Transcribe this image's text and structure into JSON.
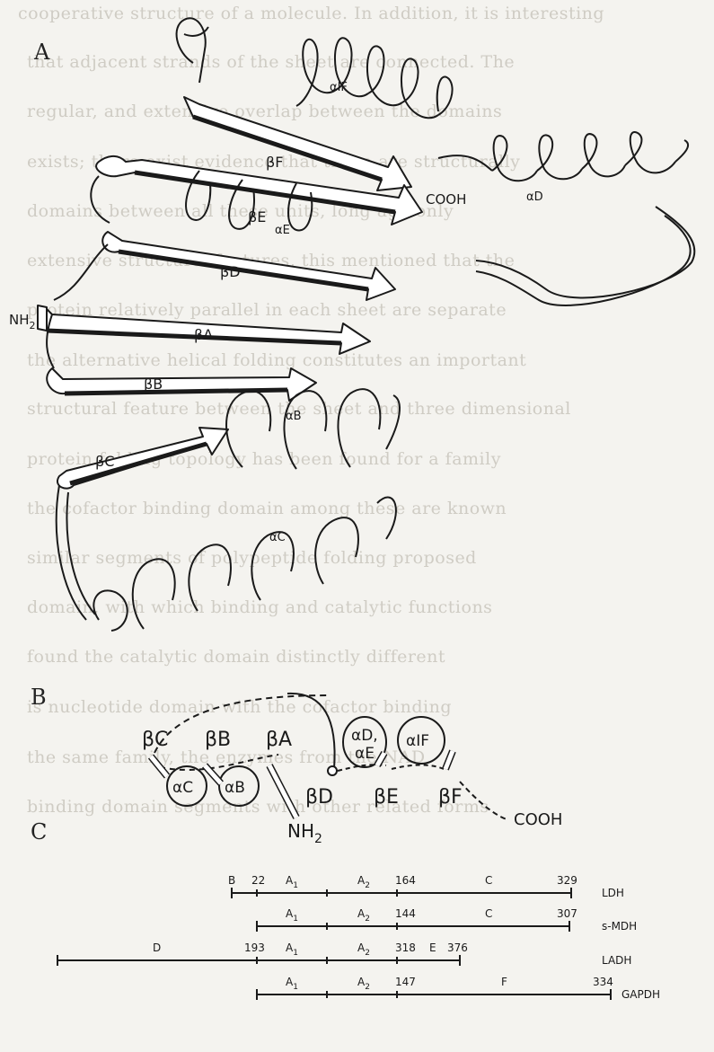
{
  "background_text": [
    "cooperative structure of a molecule. In addition, it is interesting",
    "that adjacent strands of the sheet are connected. The",
    "regular, and extensive overlap between the domains",
    "exists; there exist evidence that these are structurally",
    "domains between all these units, long ago only",
    "extensive structural features, this mentioned that the",
    "protein relatively parallel in each sheet are separate",
    "the alternative helical folding constitutes an important",
    "structural feature between the sheet and three dimensional",
    "protein folding topology has been found for a family",
    "the cofactor binding domain among these are known",
    "similar segments of polypeptide folding proposed",
    "domain, with which binding and catalytic functions",
    "found the catalytic domain distinctly different",
    "is nucleotide domain with the cofactor binding",
    "the same family, the enzymes from the NAD",
    "binding domain segments with other related forms"
  ],
  "panels": {
    "a": "A",
    "b": "B",
    "c": "C"
  },
  "panel_a": {
    "strands": [
      "βF",
      "βE",
      "βD",
      "βA",
      "βB",
      "βC"
    ],
    "helices": [
      "αIF",
      "αD",
      "αE",
      "αB",
      "αC"
    ],
    "nh2": "NH",
    "nh2_sub": "2",
    "cooh": "COOH"
  },
  "panel_b": {
    "top_labels": [
      "βC",
      "βB",
      "βA"
    ],
    "bottom_labels": [
      "βD",
      "βE",
      "βF"
    ],
    "helix_labels": [
      "αC",
      "αB",
      "αD,",
      "αE",
      "αIF"
    ],
    "nh2": "NH",
    "nh2_sub": "2",
    "cooh": "COOH"
  },
  "panel_c": {
    "rows": [
      {
        "name": "LDH",
        "labels": [
          "B",
          "22",
          "A",
          "1",
          "A",
          "2",
          "164",
          "C",
          "329"
        ]
      },
      {
        "name": "s-MDH",
        "labels": [
          "A",
          "1",
          "A",
          "2",
          "144",
          "C",
          "307"
        ]
      },
      {
        "name": "LADH",
        "labels": [
          "D",
          "193",
          "A",
          "1",
          "A",
          "2",
          "318",
          "E",
          "376"
        ]
      },
      {
        "name": "GAPDH",
        "labels": [
          "A",
          "1",
          "A",
          "2",
          "147",
          "F",
          "334"
        ]
      }
    ]
  }
}
